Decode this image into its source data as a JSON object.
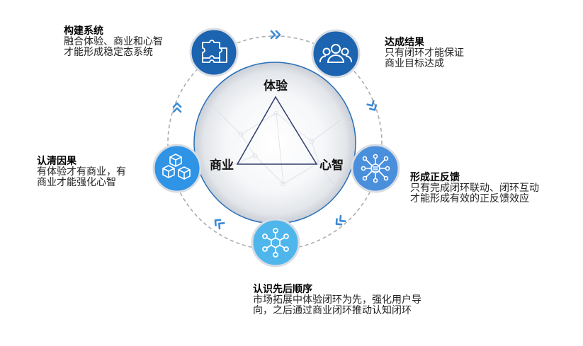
{
  "triangle": {
    "top": "体验",
    "left": "商业",
    "right": "心智"
  },
  "nodes": [
    {
      "id": "build",
      "icon": "puzzle-icon",
      "title": "构建系统",
      "lines": [
        "融合体验、商业和心智",
        "才能形成稳定态系统"
      ]
    },
    {
      "id": "achieve",
      "icon": "users-icon",
      "title": "达成结果",
      "lines": [
        "只有闭环才能保证",
        "商业目标达成"
      ]
    },
    {
      "id": "feedback",
      "icon": "network-icon",
      "title": "形成正反馈",
      "lines": [
        "只有完成闭环联动、闭环互动",
        "才能形成有效的正反馈效应"
      ]
    },
    {
      "id": "order",
      "icon": "hub-icon",
      "title": "认识先后顺序",
      "lines": [
        "市场拓展中体验闭环为先，强化用户导",
        "向，之后通过商业闭环推动认知闭环"
      ]
    },
    {
      "id": "know",
      "icon": "cubes-icon",
      "title": "认清因果",
      "lines": [
        "有体验才有商业，有",
        "商业才能强化心智"
      ]
    }
  ],
  "colors": {
    "dark_blue": "#1c63b0",
    "mid_blue": "#3f86d8",
    "light_blue": "#5aa6e8",
    "sky_blue": "#4fb6ec",
    "arrow": "#3b8ad6",
    "dash": "#a9acb1"
  }
}
